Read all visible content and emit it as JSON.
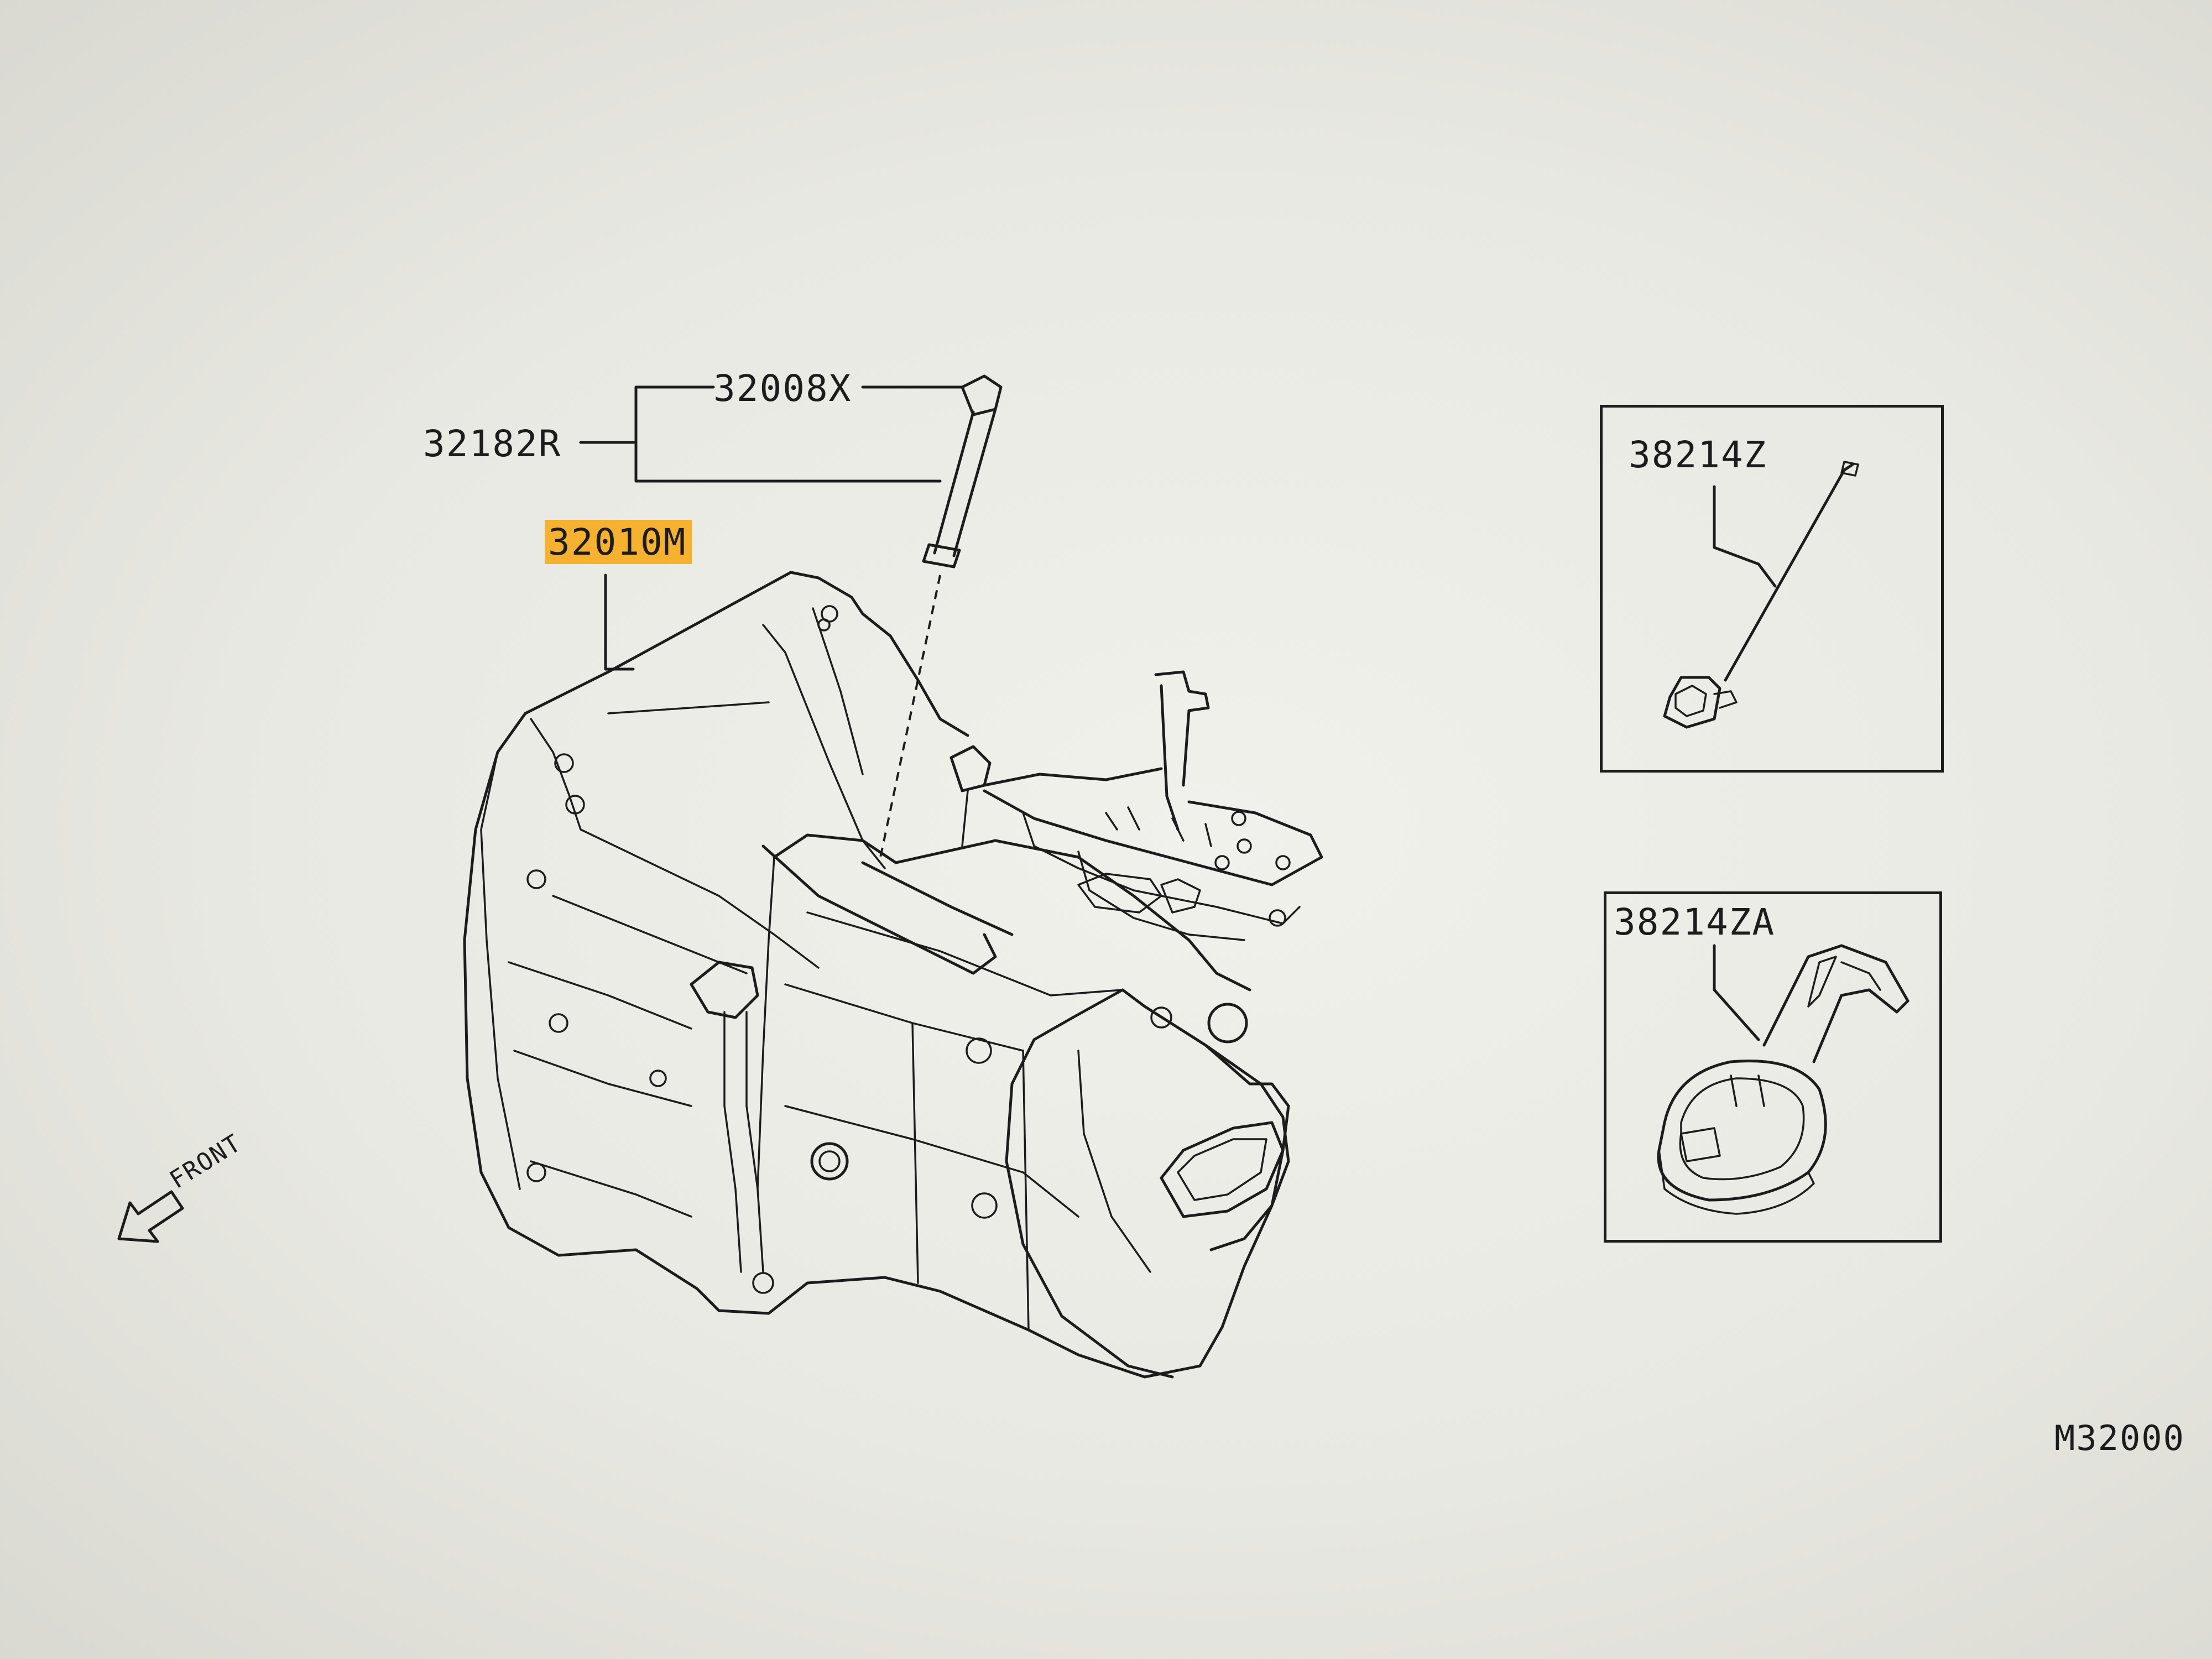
{
  "diagram": {
    "callouts": {
      "shift_breather": "32008X",
      "breather_hose": "32182R",
      "transaxle_assembly": "32010M",
      "harness_clip": "38214Z",
      "harness_bracket": "38214ZA"
    },
    "front_label": "FRONT",
    "figure_code": "M32000",
    "highlight_color": "#f6b12e",
    "line_color": "#1c1c1c"
  }
}
